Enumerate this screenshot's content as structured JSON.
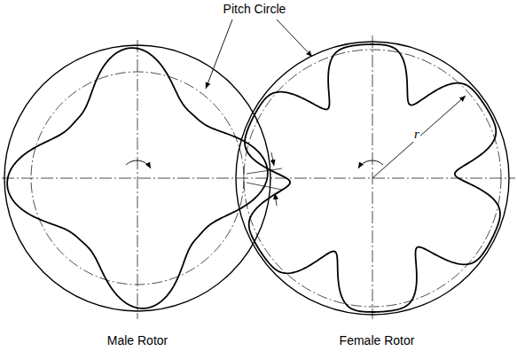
{
  "diagram": {
    "labels": [
      "Pitch Circle",
      "r",
      "Male Rotor",
      "Female Rotor"
    ]
  }
}
